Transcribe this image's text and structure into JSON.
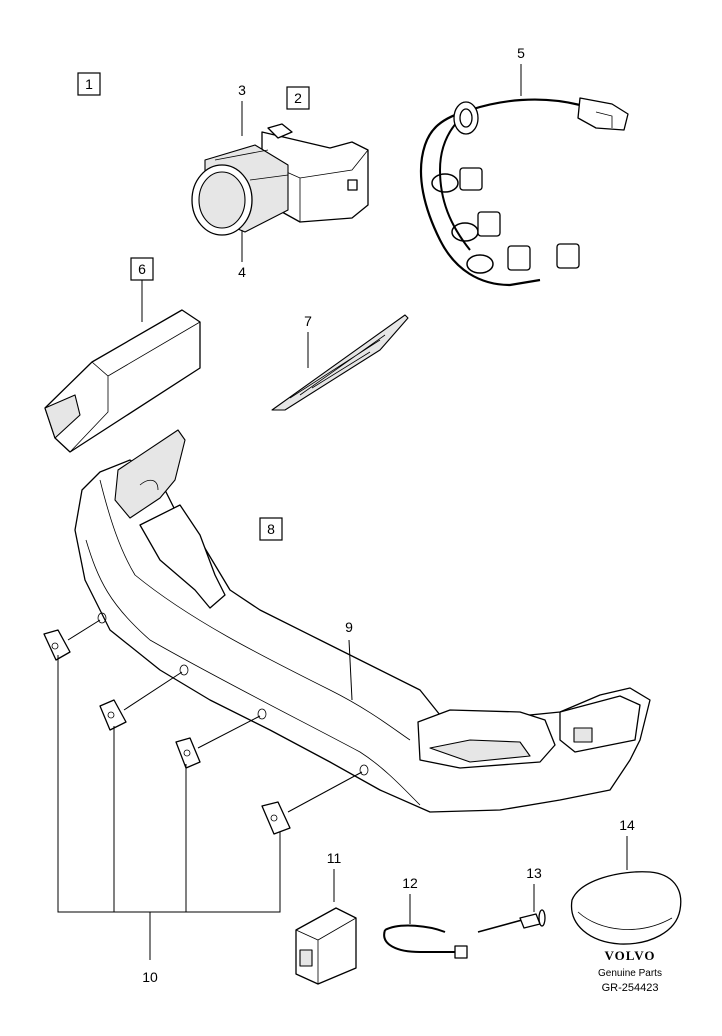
{
  "callouts": {
    "c1": "1",
    "c2": "2",
    "c3": "3",
    "c4": "4",
    "c5": "5",
    "c6": "6",
    "c7": "7",
    "c8": "8",
    "c9": "9",
    "c10": "10",
    "c11": "11",
    "c12": "12",
    "c13": "13",
    "c14": "14"
  },
  "brand": {
    "logo": "VOLVO",
    "subtitle": "Genuine Parts",
    "reference": "GR-254423"
  },
  "colors": {
    "line": "#000000",
    "fill": "#ffffff",
    "shade": "#e6e6e6"
  }
}
